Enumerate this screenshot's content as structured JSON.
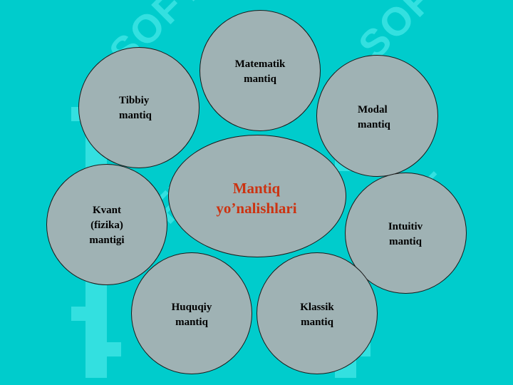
{
  "background_color": "#00CCCC",
  "watermark": {
    "text": "SOFT",
    "color": "#33E0E0"
  },
  "diagram": {
    "center": {
      "line1": "Mantiq",
      "line2": "yo’nalishlari",
      "color": "#CC3311"
    },
    "nodes": [
      {
        "line1": "Matematik",
        "line2": "mantiq"
      },
      {
        "line1": "Tibbiy",
        "line2": "mantiq"
      },
      {
        "line1": "Modal",
        "line2": "mantiq"
      },
      {
        "line1": "Kvant",
        "line2": "(fizika)",
        "line3": "mantigi"
      },
      {
        "line1": "Intuitiv",
        "line2": "mantiq"
      },
      {
        "line1": "Huquqiy",
        "line2": "mantiq"
      },
      {
        "line1": "Klassik",
        "line2": "mantiq"
      }
    ],
    "node_fill": "#9FB2B4"
  }
}
